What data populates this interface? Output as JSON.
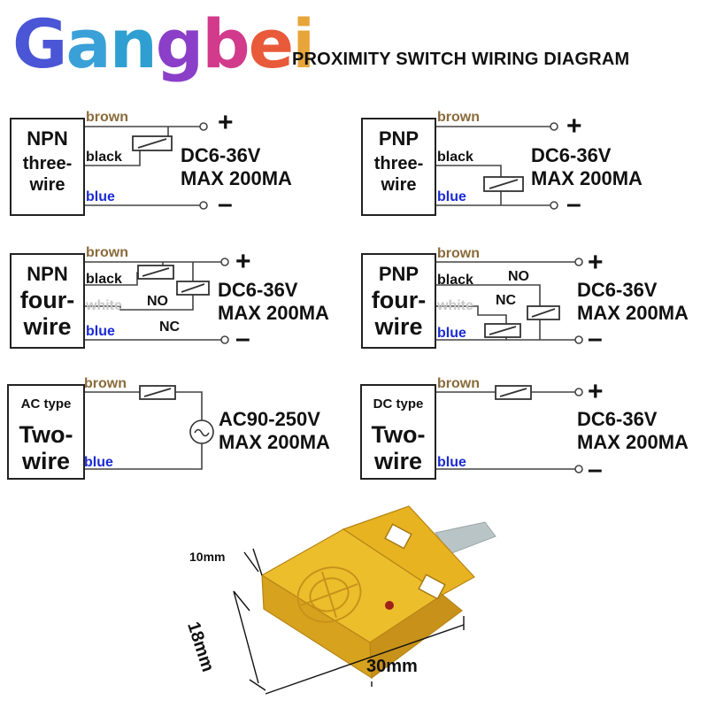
{
  "brand": {
    "logo_letters": [
      "G",
      "a",
      "n",
      "g",
      "b",
      "e",
      "i"
    ],
    "logo_colors": [
      "#4a56d6",
      "#3aa0d8",
      "#2e9fd0",
      "#8b3fc8",
      "#d23a8c",
      "#e85a3a",
      "#e7a53a"
    ]
  },
  "title": "PROXIMITY SWITCH WIRING DIAGRAM",
  "colors": {
    "brown": "#8a6b3b",
    "blue": "#1b2bd6",
    "white": "#c8c8c8",
    "line": "#444444"
  },
  "panels": {
    "npn3": {
      "type": "NPN",
      "wire_count": "three-",
      "wire_word": "wire",
      "wires": [
        "brown",
        "black",
        "blue"
      ],
      "plus": "+",
      "minus": "–",
      "rating1": "DC6-36V",
      "rating2": "MAX 200MA"
    },
    "pnp3": {
      "type": "PNP",
      "wire_count": "three-",
      "wire_word": "wire",
      "wires": [
        "brown",
        "black",
        "blue"
      ],
      "plus": "+",
      "minus": "–",
      "rating1": "DC6-36V",
      "rating2": "MAX 200MA"
    },
    "npn4": {
      "type": "NPN",
      "wire_count": "four-",
      "wire_word": "wire",
      "wires": [
        "brown",
        "black",
        "white",
        "blue"
      ],
      "no": "NO",
      "nc": "NC",
      "plus": "+",
      "minus": "–",
      "rating1": "DC6-36V",
      "rating2": "MAX 200MA"
    },
    "pnp4": {
      "type": "PNP",
      "wire_count": "four-",
      "wire_word": "wire",
      "wires": [
        "brown",
        "black",
        "white",
        "blue"
      ],
      "no": "NO",
      "nc": "NC",
      "plus": "+",
      "minus": "–",
      "rating1": "DC6-36V",
      "rating2": "MAX 200MA"
    },
    "ac2": {
      "type": "AC type",
      "wire_count": "Two-",
      "wire_word": "wire",
      "wires": [
        "brown",
        "blue"
      ],
      "ac_symbol": "~",
      "rating1": "AC90-250V",
      "rating2": "MAX 200MA"
    },
    "dc2": {
      "type": "DC type",
      "wire_count": "Two-",
      "wire_word": "wire",
      "wires": [
        "brown",
        "blue"
      ],
      "plus": "+",
      "minus": "–",
      "rating1": "DC6-36V",
      "rating2": "MAX 200MA"
    }
  },
  "product": {
    "dim_height": "10mm",
    "dim_width": "18mm",
    "dim_length": "30mm",
    "body_color": "#e8b321",
    "body_shadow": "#c8921a",
    "cable_color": "#b9c4c6"
  }
}
